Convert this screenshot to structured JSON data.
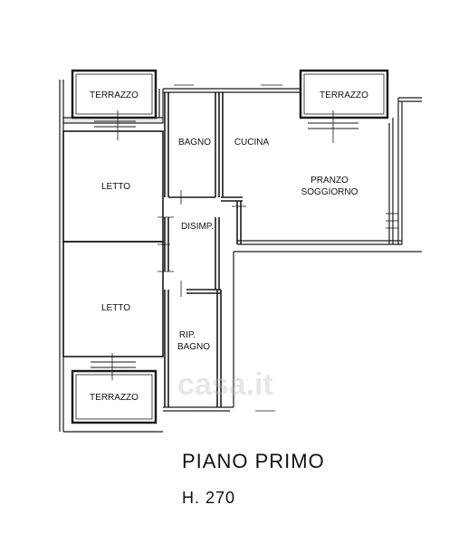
{
  "rooms": {
    "terrazzo_top_left": "TERRAZZO",
    "terrazzo_top_right": "TERRAZZO",
    "terrazzo_bottom": "TERRAZZO",
    "bagno": "BAGNO",
    "cucina": "CUCINA",
    "pranzo": "PRANZO",
    "soggiorno": "SOGGIORNO",
    "letto_top": "LETTO",
    "letto_bottom": "LETTO",
    "disimp": "DISIMP.",
    "rip": "RIP.",
    "rip_bagno": "BAGNO"
  },
  "footer": {
    "title": "PIANO PRIMO",
    "height": "H. 270"
  },
  "watermark": {
    "text": "casa.it"
  },
  "colors": {
    "wall": "#1a1a1a",
    "background": "#ffffff"
  }
}
